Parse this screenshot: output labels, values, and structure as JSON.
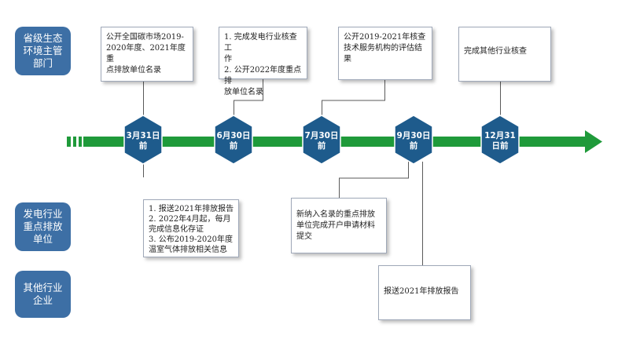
{
  "colors": {
    "role_fill": "#3d6fa5",
    "timeline_green": "#1f9a3a",
    "milestone_fill": "#1e5b8c"
  },
  "roles": [
    {
      "label": "省级生态\n环境主管\n部门"
    },
    {
      "label": "发电行业\n重点排放\n单位"
    },
    {
      "label": "其他行业\n企业"
    }
  ],
  "milestones": [
    {
      "label": "3月31日\n前"
    },
    {
      "label": "6月30日\n前"
    },
    {
      "label": "7月30日\n前"
    },
    {
      "label": "9月30日\n前"
    },
    {
      "label": "12月31\n日前"
    }
  ],
  "tasks": {
    "gov_mar": "公开全国碳市场2019-\n2020年度、2021年度重\n点排放单位名录",
    "gov_jun": "1. 完成发电行业核查工\n作\n2. 公开2022年度重点排\n放单位名录",
    "gov_jul": "公开2019-2021年核查\n技术服务机构的评估结\n果",
    "gov_dec": "完成其他行业核查",
    "power_mar": "1. 报送2021年排放报告\n2. 2022年4月起，每月\n完成信息化存证\n3. 公布2019-2020年度\n温室气体排放相关信息",
    "power_sep": "新纳入名录的重点排放\n单位完成开户申请材料\n提交",
    "other_sep": "报送2021年排放报告"
  }
}
